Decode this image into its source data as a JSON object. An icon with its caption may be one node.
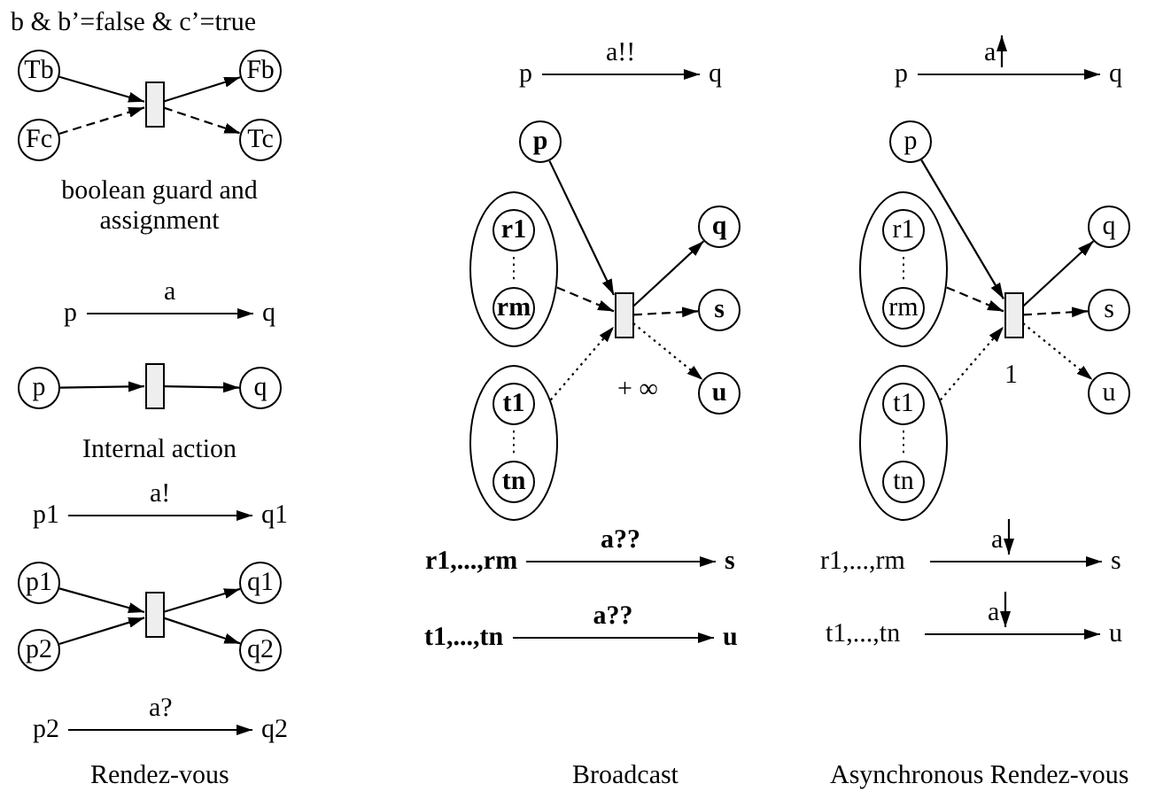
{
  "diagram": {
    "nodes": [
      {
        "text": [
          "Tb"
        ]
      },
      {
        "text": [
          "Fc"
        ]
      },
      {
        "text": [],
        "shape": "box"
      },
      {
        "text": [
          "Fb"
        ]
      },
      {
        "text": [
          "Tc"
        ]
      },
      {
        "text": [
          "p"
        ]
      },
      {
        "text": [
          "q"
        ]
      },
      {
        "text": [
          "p"
        ]
      },
      {
        "text": [],
        "shape": "box"
      },
      {
        "text": [
          "q"
        ]
      },
      {
        "text": [
          "p1"
        ]
      },
      {
        "text": [
          "q1"
        ]
      },
      {
        "text": [
          "p1"
        ]
      },
      {
        "text": [
          "p2"
        ]
      },
      {
        "text": [],
        "shape": "box"
      },
      {
        "text": [
          "q1"
        ]
      },
      {
        "text": [
          "q2"
        ]
      },
      {
        "text": [
          "p2"
        ]
      },
      {
        "text": [
          "q2"
        ]
      },
      {
        "text": [
          "p"
        ]
      },
      {
        "text": [
          "q"
        ]
      },
      {
        "text": [
          "p"
        ]
      },
      {
        "text": [],
        "shape": "ellipse"
      },
      {
        "text": [
          "r1"
        ],
        "in": 22
      },
      {
        "text": [
          "rm"
        ],
        "in": 22
      },
      {
        "text": [],
        "shape": "ellipse"
      },
      {
        "text": [
          "t1"
        ],
        "in": 25
      },
      {
        "text": [
          "tn"
        ],
        "in": 25
      },
      {
        "text": [],
        "shape": "box",
        "beside": [
          "+ ∞"
        ]
      },
      {
        "text": [
          "q"
        ]
      },
      {
        "text": [
          "s"
        ]
      },
      {
        "text": [
          "u"
        ]
      },
      {
        "text": [
          "r1,...,rm"
        ]
      },
      {
        "text": [
          "s"
        ]
      },
      {
        "text": [
          "t1,...,tn"
        ]
      },
      {
        "text": [
          "u"
        ]
      },
      {
        "text": [
          "p"
        ]
      },
      {
        "text": [
          "q"
        ]
      },
      {
        "text": [
          "p"
        ]
      },
      {
        "text": [],
        "shape": "ellipse"
      },
      {
        "text": [
          "r1"
        ],
        "in": 39
      },
      {
        "text": [
          "rm"
        ],
        "in": 39
      },
      {
        "text": [],
        "shape": "ellipse"
      },
      {
        "text": [
          "t1"
        ],
        "in": 42
      },
      {
        "text": [
          "tn"
        ],
        "in": 42
      },
      {
        "text": [],
        "shape": "box",
        "beside": [
          "1"
        ]
      },
      {
        "text": [
          "q"
        ]
      },
      {
        "text": [
          "s"
        ]
      },
      {
        "text": [
          "u"
        ]
      },
      {
        "text": [
          "r1,...,rm"
        ]
      },
      {
        "text": [
          "s"
        ]
      },
      {
        "text": [
          "t1,...,tn"
        ]
      },
      {
        "text": [
          "u"
        ]
      }
    ],
    "edges": [
      {
        "from": 0,
        "to": 2,
        "arrow": "to"
      },
      {
        "from": 1,
        "to": 2,
        "arrow": "to",
        "style": "dashed"
      },
      {
        "from": 2,
        "to": 3,
        "arrow": "to"
      },
      {
        "from": 2,
        "to": 4,
        "arrow": "to",
        "style": "dashed"
      },
      {
        "from": 5,
        "to": 6,
        "arrow": "to",
        "label": "a"
      },
      {
        "from": 7,
        "to": 8,
        "arrow": "to"
      },
      {
        "from": 8,
        "to": 9,
        "arrow": "to"
      },
      {
        "from": 10,
        "to": 11,
        "arrow": "to",
        "label": "a!"
      },
      {
        "from": 12,
        "to": 14,
        "arrow": "to"
      },
      {
        "from": 13,
        "to": 14,
        "arrow": "to"
      },
      {
        "from": 14,
        "to": 15,
        "arrow": "to"
      },
      {
        "from": 14,
        "to": 16,
        "arrow": "to"
      },
      {
        "from": 17,
        "to": 18,
        "arrow": "to",
        "label": "a?"
      },
      {
        "from": 19,
        "to": 20,
        "arrow": "to",
        "label": "a!!"
      },
      {
        "from": 21,
        "to": 28,
        "arrow": "to"
      },
      {
        "from": 22,
        "to": 28,
        "arrow": "to",
        "style": "dashed"
      },
      {
        "from": 25,
        "to": 28,
        "arrow": "to",
        "style": "dashed"
      },
      {
        "from": 28,
        "to": 29,
        "arrow": "to"
      },
      {
        "from": 28,
        "to": 30,
        "arrow": "to",
        "style": "dashed"
      },
      {
        "from": 28,
        "to": 31,
        "arrow": "to",
        "style": "dashed"
      },
      {
        "from": 32,
        "to": 33,
        "arrow": "to",
        "label": "a??"
      },
      {
        "from": 34,
        "to": 35,
        "arrow": "to",
        "label": "a??"
      },
      {
        "from": 36,
        "to": 37,
        "arrow": "to",
        "label": "a"
      },
      {
        "from": 38,
        "to": 45,
        "arrow": "to"
      },
      {
        "from": 39,
        "to": 45,
        "arrow": "to",
        "style": "dashed"
      },
      {
        "from": 42,
        "to": 45,
        "arrow": "to",
        "style": "dashed"
      },
      {
        "from": 45,
        "to": 46,
        "arrow": "to"
      },
      {
        "from": 45,
        "to": 47,
        "arrow": "to",
        "style": "dashed"
      },
      {
        "from": 45,
        "to": 48,
        "arrow": "to",
        "style": "dashed"
      },
      {
        "from": 49,
        "to": 50,
        "arrow": "to",
        "label": "a"
      },
      {
        "from": 51,
        "to": 52,
        "arrow": "to",
        "label": "a"
      }
    ],
    "labels": [
      "b & b’=false & c’=true",
      "boolean guard and assignment",
      "Internal action",
      "Rendez-vous",
      "Broadcast",
      "Asynchronous Rendez-vous"
    ]
  }
}
